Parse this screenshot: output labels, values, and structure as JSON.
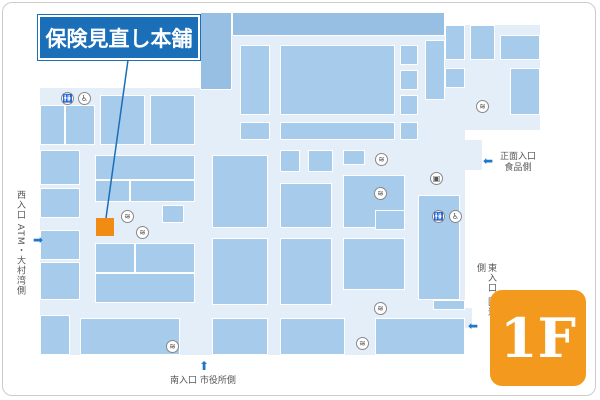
{
  "title": "保険見直し本舗",
  "floor": "1F",
  "entrances": {
    "west": "西入口 ATM・大村湾側",
    "front": [
      "正面入口",
      "食品側"
    ],
    "east": "東入口 国道側",
    "south": "南入口 市役所側"
  },
  "colors": {
    "store": "#a7cbeb",
    "corridor": "#e3eef9",
    "highlight": "#f08c14",
    "title_bg": "#1a6fb8",
    "badge": "#f39a1e",
    "arrow": "#1e78c8"
  },
  "icons": [
    "restroom-icon",
    "wheelchair-icon",
    "escalator-icon",
    "elevator-icon"
  ]
}
